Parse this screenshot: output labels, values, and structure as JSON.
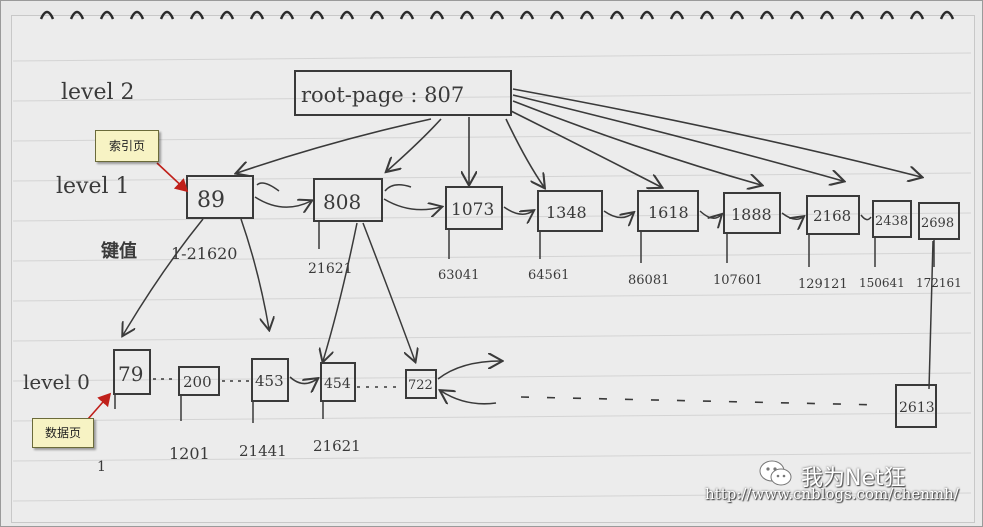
{
  "levels": {
    "level2": "level 2",
    "level1": "level 1",
    "level0": "level 0"
  },
  "root": {
    "label": "root-page : 807"
  },
  "index_pages": [
    {
      "page": "89",
      "key": ""
    },
    {
      "page": "808",
      "key": "21621"
    },
    {
      "page": "1073",
      "key": "63041"
    },
    {
      "page": "1348",
      "key": "64561"
    },
    {
      "page": "1618",
      "key": "86081"
    },
    {
      "page": "1888",
      "key": "107601"
    },
    {
      "page": "2168",
      "key": "129121"
    },
    {
      "page": "2438",
      "key": "150641"
    },
    {
      "page": "2698",
      "key": "172161"
    }
  ],
  "index_page_89_range": "1-21620",
  "index_page_89_prefix": "键值",
  "data_pages": [
    {
      "page": "79",
      "key": "1"
    },
    {
      "page": "200",
      "key": "1201"
    },
    {
      "page": "453",
      "key": "21441"
    },
    {
      "page": "454",
      "key": "21621"
    },
    {
      "page": "722",
      "key": ""
    },
    {
      "page": "2613",
      "key": ""
    }
  ],
  "callouts": {
    "index_page": "索引页",
    "data_page": "数据页"
  },
  "watermark": {
    "brand": "我为Net狂",
    "url": "http://www.cnblogs.com/chenmh/"
  },
  "colors": {
    "ink": "#3a3a3a",
    "paper": "#ececec",
    "callout_fill": "#f7f3c4",
    "callout_arrow": "#c0201a"
  }
}
